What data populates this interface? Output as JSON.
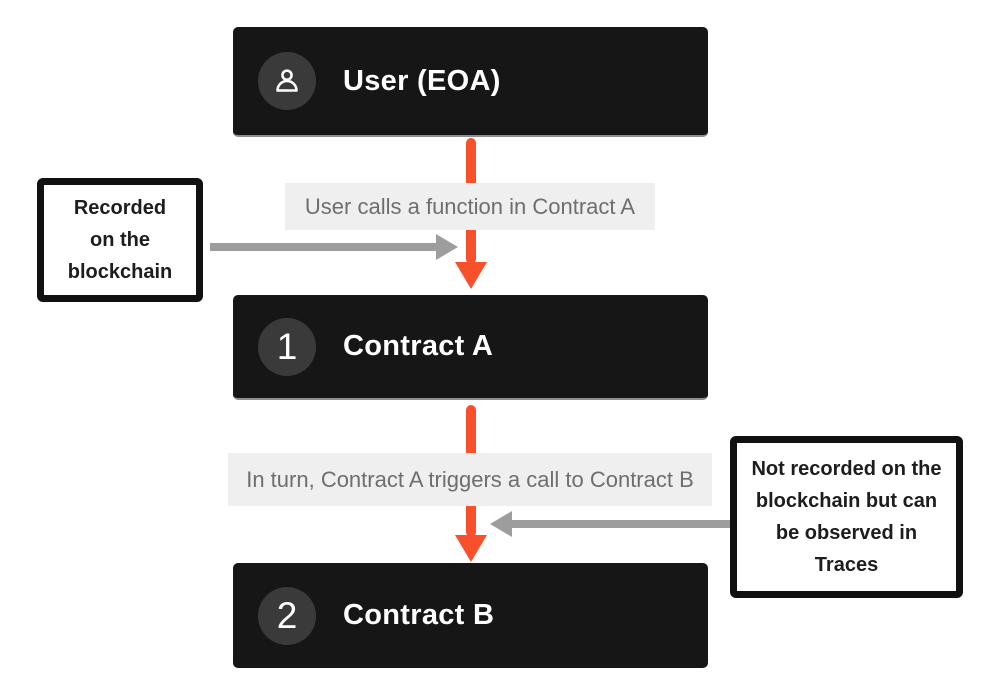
{
  "colors": {
    "node_bg": "#161616",
    "node_edge_line": "#8d8d8d",
    "badge_bg": "#3a3a3a",
    "accent": "#f9502c",
    "gray_arrow": "#9d9d9d",
    "label_bg": "#efefef",
    "label_text": "#6e6e6e",
    "annotation_border": "#111111",
    "annotation_text": "#1d1d1d"
  },
  "nodes": {
    "user": {
      "title": "User (EOA)",
      "icon": "person-icon"
    },
    "contract_a": {
      "badge": "1",
      "title": "Contract A"
    },
    "contract_b": {
      "badge": "2",
      "title": "Contract B"
    }
  },
  "edge_labels": {
    "user_to_a": "User calls a function in Contract A",
    "a_to_b": "In turn, Contract A triggers a call to Contract B"
  },
  "annotations": {
    "left": "Recorded\non the\nblockchain",
    "right": "Not recorded on the\nblockchain but can\nbe observed in\nTraces"
  }
}
